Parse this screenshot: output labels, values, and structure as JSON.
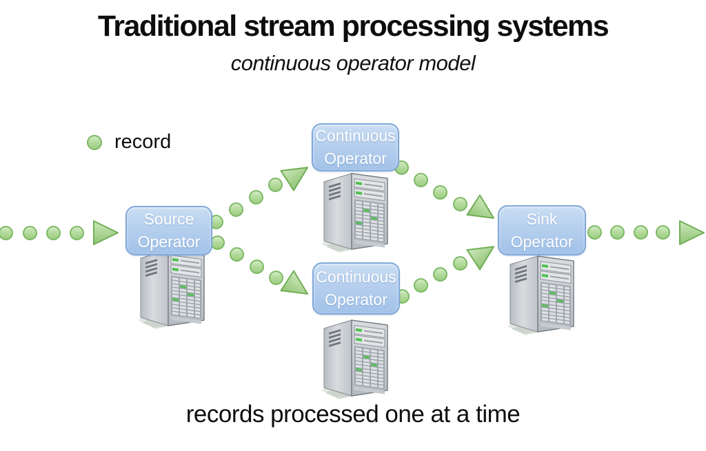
{
  "title": "Traditional stream processing systems",
  "subtitle": "continuous operator model",
  "legend": {
    "label": "record"
  },
  "caption": "records processed one at a time",
  "nodes": {
    "source": {
      "line1": "Source",
      "line2": "Operator"
    },
    "continuous_top": {
      "line1": "Continuous",
      "line2": "Operator"
    },
    "continuous_bottom": {
      "line1": "Continuous",
      "line2": "Operator"
    },
    "sink": {
      "line1": "Sink",
      "line2": "Operator"
    }
  },
  "colors": {
    "record_fill": "#b5dc9f",
    "record_border": "#7cb964",
    "arrow_fill": "#a9d48e",
    "arrow_border": "#6fae55",
    "node_fill_top": "#cadef3",
    "node_fill_bottom": "#a2c2e8",
    "node_border": "#82a9da",
    "node_text": "#ffffff",
    "text": "#0d0d0d",
    "background": "#ffffff"
  }
}
